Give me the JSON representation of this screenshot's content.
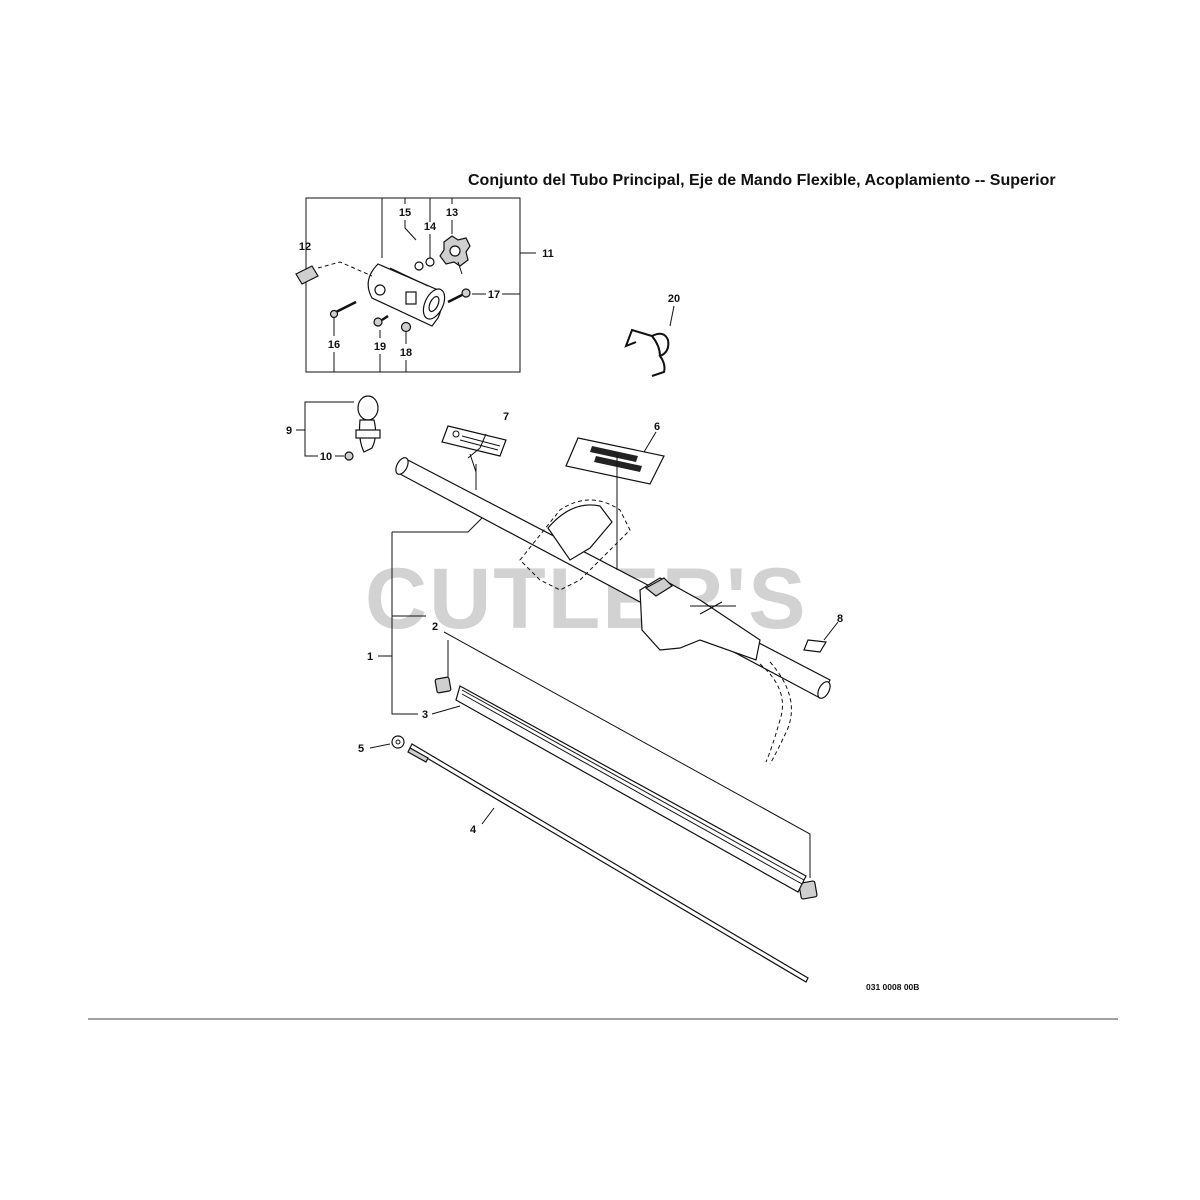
{
  "diagram": {
    "title": "Conjunto del Tubo Principal, Eje de Mando Flexible, Acoplamiento -- Superior",
    "watermark": "CUTLER'S",
    "diagram_code": "031 0008 00B",
    "callouts": {
      "c1": "1",
      "c2": "2",
      "c3": "3",
      "c4": "4",
      "c5": "5",
      "c6": "6",
      "c7": "7",
      "c8": "8",
      "c9": "9",
      "c10": "10",
      "c11": "11",
      "c12": "12",
      "c13": "13",
      "c14": "14",
      "c15": "15",
      "c16": "16",
      "c17": "17",
      "c18": "18",
      "c19": "19",
      "c20": "20"
    }
  }
}
